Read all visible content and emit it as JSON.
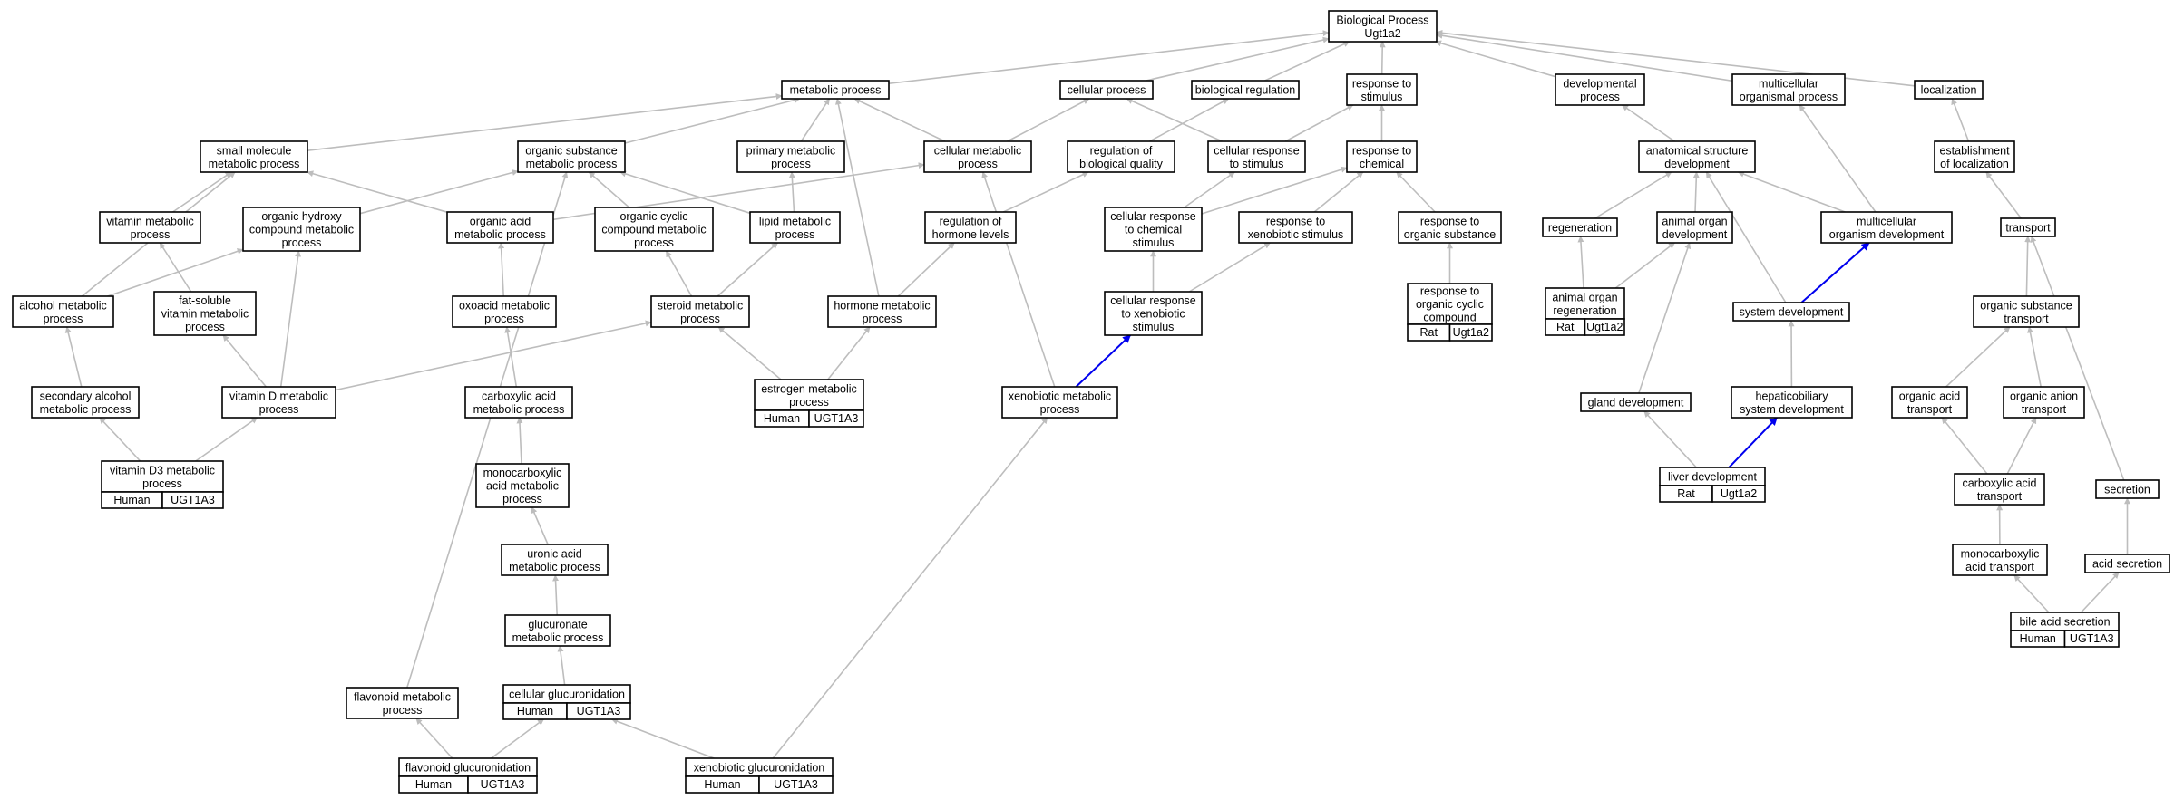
{
  "colors": {
    "human": "#f4634a",
    "rat": "#f5c800",
    "edge": "#bdbdbd",
    "highlight_edge": "#0000ee"
  },
  "nodes": {
    "bp": [
      "Biological Process",
      "Ugt1a2"
    ],
    "metabolic": [
      "metabolic process"
    ],
    "cellular": [
      "cellular process"
    ],
    "bioreg": [
      "biological regulation"
    ],
    "resp_stim": [
      "response to",
      "stimulus"
    ],
    "devel": [
      "developmental",
      "process"
    ],
    "multi_org": [
      "multicellular",
      "organismal process"
    ],
    "local": [
      "localization"
    ],
    "small_mol": [
      "small molecule",
      "metabolic process"
    ],
    "org_sub_met": [
      "organic substance",
      "metabolic process"
    ],
    "primary_met": [
      "primary metabolic",
      "process"
    ],
    "cell_met": [
      "cellular metabolic",
      "process"
    ],
    "reg_bioqual": [
      "regulation of",
      "biological quality"
    ],
    "cell_resp_stim": [
      "cellular response",
      "to stimulus"
    ],
    "resp_chem": [
      "response to",
      "chemical"
    ],
    "anat_dev": [
      "anatomical structure",
      "development"
    ],
    "estab_local": [
      "establishment",
      "of localization"
    ],
    "vit_met": [
      "vitamin metabolic",
      "process"
    ],
    "org_hydroxy": [
      "organic hydroxy",
      "compound metabolic",
      "process"
    ],
    "org_acid_met": [
      "organic acid",
      "metabolic process"
    ],
    "org_cyclic_met": [
      "organic cyclic",
      "compound metabolic",
      "process"
    ],
    "lipid_met": [
      "lipid metabolic",
      "process"
    ],
    "reg_hormone": [
      "regulation of",
      "hormone levels"
    ],
    "cell_resp_chem": [
      "cellular response",
      "to chemical",
      "stimulus"
    ],
    "resp_xeno": [
      "response to",
      "xenobiotic stimulus"
    ],
    "resp_org_sub": [
      "response to",
      "organic substance"
    ],
    "regen": [
      "regeneration"
    ],
    "animal_organ_dev": [
      "animal organ",
      "development"
    ],
    "multi_org_dev": [
      "multicellular",
      "organism development"
    ],
    "transport": [
      "transport"
    ],
    "alcohol_met": [
      "alcohol metabolic",
      "process"
    ],
    "fat_sol_vit": [
      "fat-soluble",
      "vitamin metabolic",
      "process"
    ],
    "oxoacid_met": [
      "oxoacid metabolic",
      "process"
    ],
    "steroid_met": [
      "steroid metabolic",
      "process"
    ],
    "hormone_met": [
      "hormone metabolic",
      "process"
    ],
    "cell_resp_xeno": [
      "cellular response",
      "to xenobiotic",
      "stimulus"
    ],
    "resp_org_cyclic": [
      "response to",
      "organic cyclic",
      "compound"
    ],
    "animal_organ_regen": [
      "animal organ",
      "regeneration"
    ],
    "system_dev": [
      "system development"
    ],
    "org_sub_transport": [
      "organic substance",
      "transport"
    ],
    "sec_alcohol": [
      "secondary alcohol",
      "metabolic process"
    ],
    "vitD_met": [
      "vitamin D metabolic",
      "process"
    ],
    "carbox_met": [
      "carboxylic acid",
      "metabolic process"
    ],
    "estrogen_met": [
      "estrogen metabolic",
      "process"
    ],
    "xeno_met": [
      "xenobiotic metabolic",
      "process"
    ],
    "gland_dev": [
      "gland development"
    ],
    "hepatobiliary": [
      "hepaticobiliary",
      "system development"
    ],
    "org_acid_transport": [
      "organic acid",
      "transport"
    ],
    "org_anion_transport": [
      "organic anion",
      "transport"
    ],
    "vitD3_met": [
      "vitamin D3 metabolic",
      "process"
    ],
    "monocarbox_met": [
      "monocarboxylic",
      "acid metabolic",
      "process"
    ],
    "liver_dev": [
      "liver development"
    ],
    "carbox_transport": [
      "carboxylic acid",
      "transport"
    ],
    "secretion": [
      "secretion"
    ],
    "uronic_met": [
      "uronic acid",
      "metabolic process"
    ],
    "monocarbox_transport": [
      "monocarboxylic",
      "acid transport"
    ],
    "acid_secretion": [
      "acid secretion"
    ],
    "glucuronate_met": [
      "glucuronate",
      "metabolic process"
    ],
    "bile_acid_secretion": [
      "bile acid secretion"
    ],
    "flavonoid_met": [
      "flavonoid metabolic",
      "process"
    ],
    "cell_glucuronidation": [
      "cellular glucuronidation"
    ],
    "flavonoid_glucuronidation": [
      "flavonoid glucuronidation"
    ],
    "xeno_glucuronidation": [
      "xenobiotic glucuronidation"
    ]
  },
  "badges": {
    "resp_org_cyclic": [
      "Rat",
      "Ugt1a2"
    ],
    "animal_organ_regen": [
      "Rat",
      "Ugt1a2"
    ],
    "estrogen_met": [
      "Human",
      "UGT1A3"
    ],
    "vitD3_met": [
      "Human",
      "UGT1A3"
    ],
    "liver_dev": [
      "Rat",
      "Ugt1a2"
    ],
    "bile_acid_secretion": [
      "Human",
      "UGT1A3"
    ],
    "cell_glucuronidation": [
      "Human",
      "UGT1A3"
    ],
    "flavonoid_glucuronidation": [
      "Human",
      "UGT1A3"
    ],
    "xeno_glucuronidation": [
      "Human",
      "UGT1A3"
    ]
  }
}
